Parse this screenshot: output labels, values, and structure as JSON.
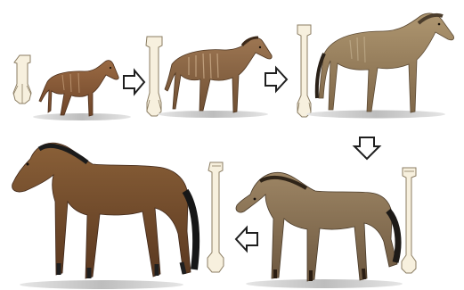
{
  "stages": [
    {
      "name": "stage-1",
      "color": "#8a5a35"
    },
    {
      "name": "stage-2",
      "color": "#8f6a46"
    },
    {
      "name": "stage-3",
      "color": "#9f8660"
    },
    {
      "name": "stage-4",
      "color": "#8d7656"
    },
    {
      "name": "stage-5",
      "color": "#7a5230"
    }
  ],
  "colors": {
    "bone_fill": "#f7f0de",
    "bone_stroke": "#8b7d63",
    "arrow_stroke": "#1f1f1f",
    "shadow": "#cfcfcf"
  },
  "icons": {
    "arrow": "outlined-arrow-icon",
    "bone": "leg-bone-icon"
  }
}
